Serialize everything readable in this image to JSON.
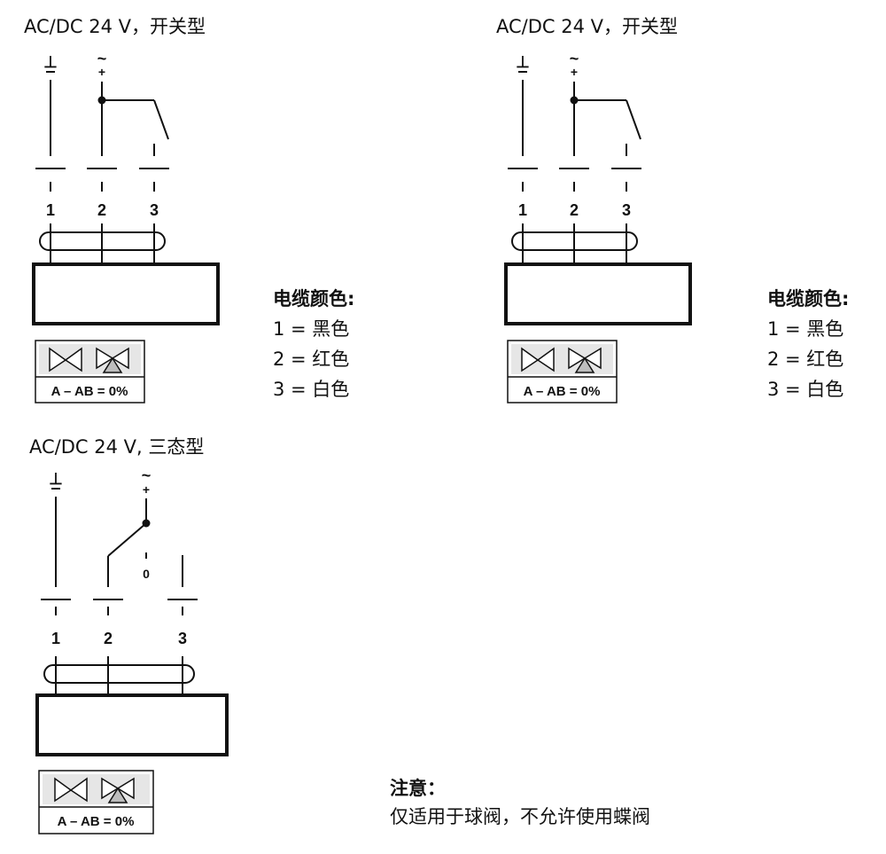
{
  "diagrams": [
    {
      "title": "AC/DC 24 V，开关型",
      "symbols": {
        "ground": "⊥",
        "ac": "~",
        "plus": "+"
      },
      "terminals": [
        "1",
        "2",
        "3"
      ],
      "valve_label": "A – AB = 0%"
    },
    {
      "title": "AC/DC 24 V，开关型",
      "symbols": {
        "ground": "⊥",
        "ac": "~",
        "plus": "+"
      },
      "terminals": [
        "1",
        "2",
        "3"
      ],
      "valve_label": "A – AB = 0%"
    },
    {
      "title": "AC/DC 24 V, 三态型",
      "symbols": {
        "ground": "⊥",
        "ac": "~",
        "plus": "+",
        "zero": "0"
      },
      "terminals": [
        "1",
        "2",
        "3"
      ],
      "valve_label": "A – AB = 0%"
    }
  ],
  "legend": {
    "title": "电缆颜色:",
    "items": [
      "1 = 黑色",
      "2 = 红色",
      "3 = 白色"
    ]
  },
  "note": {
    "title": "注意：",
    "text": "仅适用于球阀，不允许使用蝶阀"
  }
}
